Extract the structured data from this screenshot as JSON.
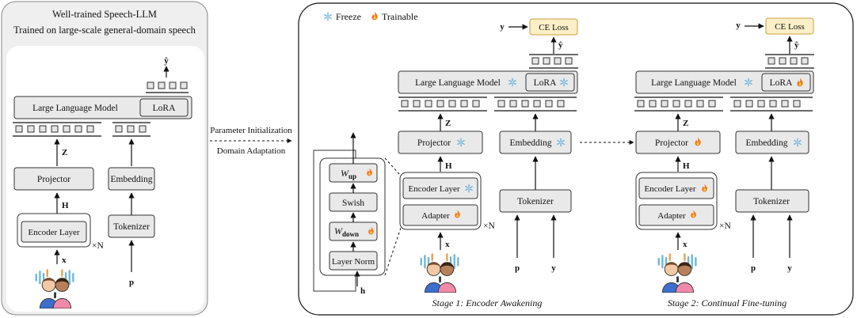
{
  "left_panel": {
    "title": "Well-trained Speech-LLM",
    "subtitle": "Trained on large-scale general-domain speech",
    "llm": "Large Language Model",
    "lora": "LoRA",
    "projector": "Projector",
    "embedding": "Embedding",
    "encoder": "Encoder Layer",
    "tokenizer": "Tokenizer",
    "sym_yhat": "ŷ",
    "sym_Z": "Z",
    "sym_H": "H",
    "sym_x": "x",
    "sym_p": "p",
    "times_n": "×N"
  },
  "transition": {
    "line1": "Parameter Initialization",
    "line2": "Domain Adaptation"
  },
  "legend": {
    "freeze": "Freeze",
    "trainable": "Trainable"
  },
  "adapter_detail": {
    "w_up": "W",
    "w_up_sub": "up",
    "swish": "Swish",
    "w_down": "W",
    "w_down_sub": "down",
    "layer_norm": "Layer Norm",
    "sym_h": "h"
  },
  "stage1": {
    "caption": "Stage 1: Encoder Awakening",
    "sym_y": "y",
    "ce_loss": "CE Loss",
    "sym_yhat": "ŷ",
    "llm": "Large Language Model",
    "lora": "LoRA",
    "sym_Z": "Z",
    "projector": "Projector",
    "embedding": "Embedding",
    "sym_H": "H",
    "encoder": "Encoder Layer",
    "adapter": "Adapter",
    "tokenizer": "Tokenizer",
    "times_n": "×N",
    "sym_x": "x",
    "sym_p": "p",
    "sym_y_in": "y"
  },
  "stage2": {
    "caption": "Stage 2: Continual Fine-tuning",
    "sym_y": "y",
    "ce_loss": "CE Loss",
    "sym_yhat": "ŷ",
    "llm": "Large Language Model",
    "lora": "LoRA",
    "sym_Z": "Z",
    "projector": "Projector",
    "embedding": "Embedding",
    "sym_H": "H",
    "encoder": "Encoder Layer",
    "adapter": "Adapter",
    "tokenizer": "Tokenizer",
    "times_n": "×N",
    "sym_x": "x",
    "sym_p": "p",
    "sym_y_in": "y"
  },
  "icons": {
    "freeze": "snowflake-icon",
    "trainable": "fire-icon",
    "speakers": "speakers-illustration"
  },
  "colors": {
    "freeze": "#5aa9d6",
    "trainable": "#f07a1f",
    "ce_loss_fill": "#fbefc8",
    "box_fill": "#e9e9e9"
  }
}
